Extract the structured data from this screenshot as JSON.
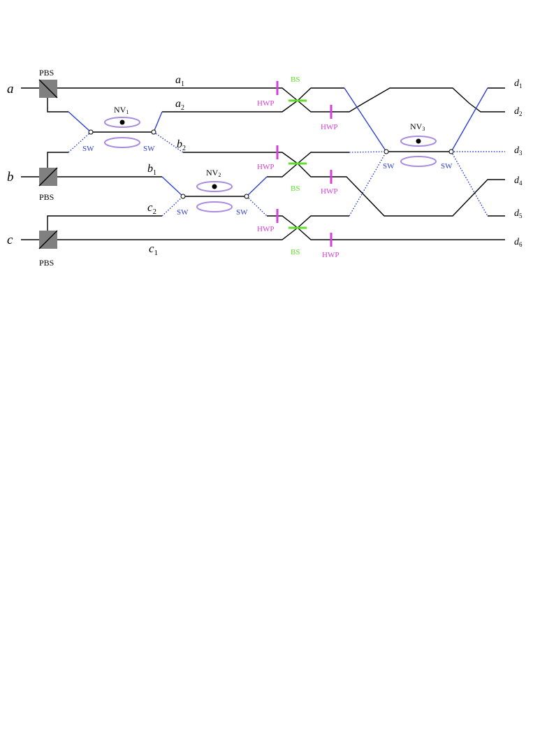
{
  "colors": {
    "line": "#000000",
    "switch_path": "#2b3fd6",
    "hwp": "#d63fd6",
    "bs": "#5ee02a",
    "nv_ring": "#a98be0",
    "pbs": "#808080"
  },
  "labels": {
    "inputs": {
      "a": "a",
      "b": "b",
      "c": "c"
    },
    "modes": {
      "a1": {
        "base": "a",
        "sub": "1"
      },
      "a2": {
        "base": "a",
        "sub": "2"
      },
      "b1": {
        "base": "b",
        "sub": "1"
      },
      "b2": {
        "base": "b",
        "sub": "2"
      },
      "c1": {
        "base": "c",
        "sub": "1"
      },
      "c2": {
        "base": "c",
        "sub": "2"
      }
    },
    "outputs": [
      {
        "base": "d",
        "sub": "1"
      },
      {
        "base": "d",
        "sub": "2"
      },
      {
        "base": "d",
        "sub": "3"
      },
      {
        "base": "d",
        "sub": "4"
      },
      {
        "base": "d",
        "sub": "5"
      },
      {
        "base": "d",
        "sub": "6"
      }
    ],
    "pbs": "PBS",
    "sw": "SW",
    "hwp": "HWP",
    "bs": "BS",
    "nv": [
      {
        "base": "NV",
        "sub": "1"
      },
      {
        "base": "NV",
        "sub": "2"
      },
      {
        "base": "NV",
        "sub": "3"
      }
    ]
  }
}
